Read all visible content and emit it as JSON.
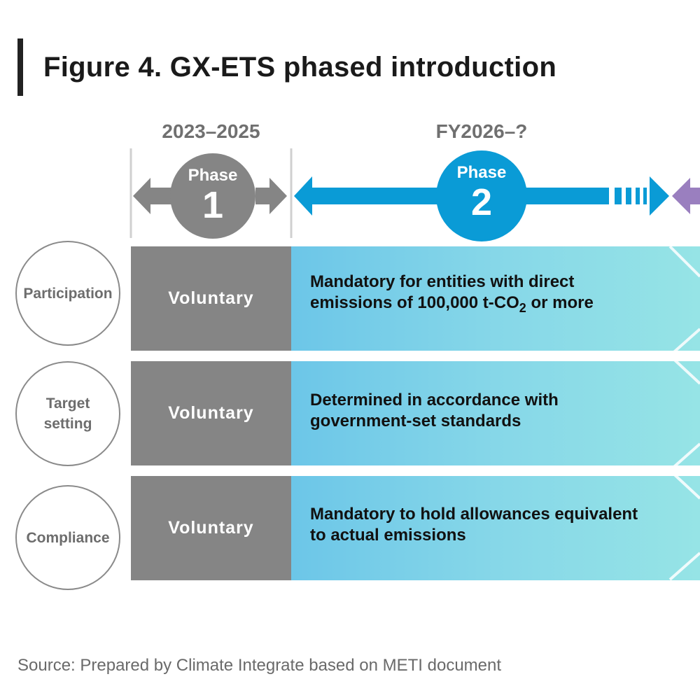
{
  "title": "Figure 4. GX-ETS phased introduction",
  "phases": [
    {
      "period": "2023–2025",
      "label": "Phase",
      "number": "1",
      "color": "#858585"
    },
    {
      "period": "FY2026–?",
      "label": "Phase",
      "number": "2",
      "color": "#0a9bd6"
    }
  ],
  "next_phase_color": "#9a7fbf",
  "rows": [
    {
      "label": "Participation",
      "phase1": "Voluntary",
      "phase2_line1": "Mandatory for entities with direct",
      "phase2_line2_pre": "emissions of 100,000 t-CO",
      "phase2_line2_sub": "2",
      "phase2_line2_post": " or more"
    },
    {
      "label_line1": "Target",
      "label_line2": "setting",
      "phase1": "Voluntary",
      "phase2_line1": "Determined in accordance with",
      "phase2_line2": "government-set standards"
    },
    {
      "label": "Compliance",
      "phase1": "Voluntary",
      "phase2_line1": "Mandatory to hold allowances equivalent",
      "phase2_line2": "to actual emissions"
    }
  ],
  "source": "Source: Prepared by Climate Integrate based on METI document"
}
